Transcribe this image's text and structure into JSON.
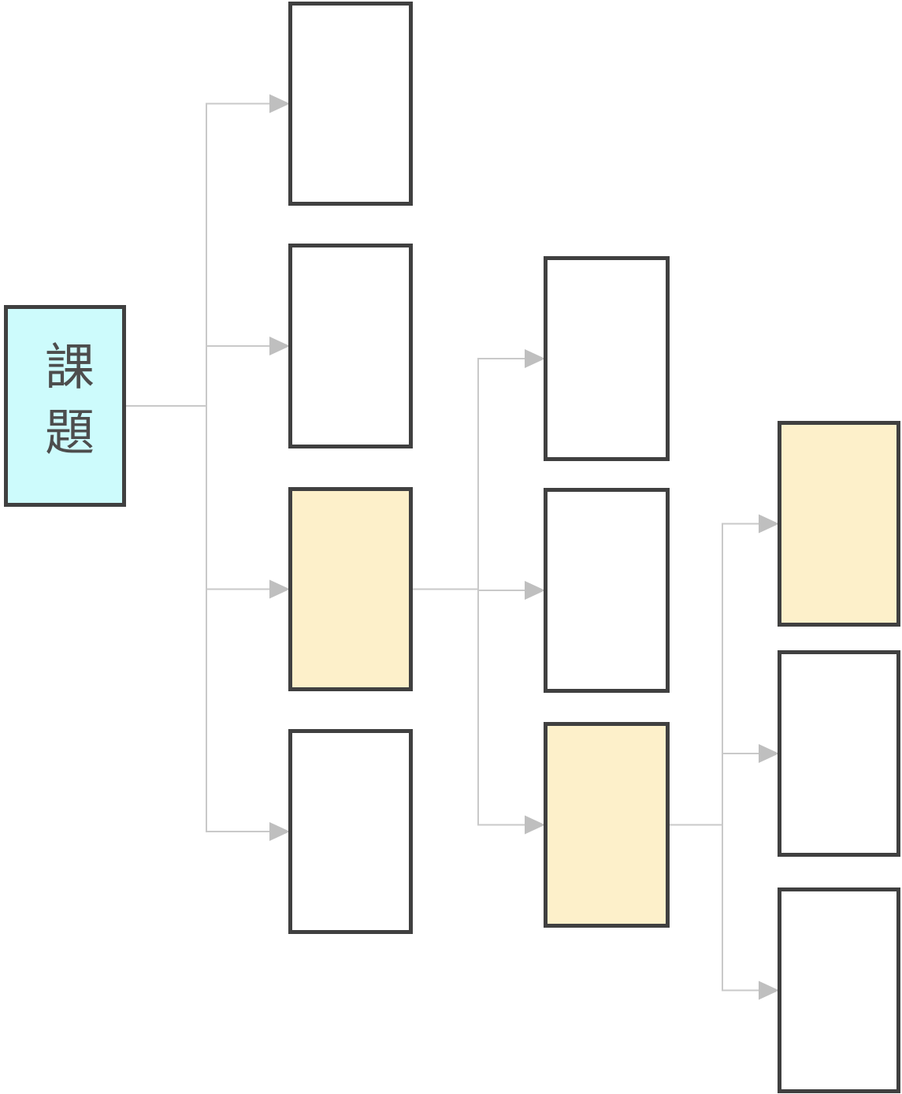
{
  "diagram": {
    "root_label": "課題",
    "colors": {
      "root_fill": "#cdfbfc",
      "highlight_fill": "#fdf0ca",
      "default_fill": "#ffffff",
      "border": "#404040",
      "edge": "#c9c9c9",
      "arrowhead": "#bfbfbf",
      "label": "#4d4d4d"
    },
    "nodes": [
      {
        "id": "root",
        "label": "課題",
        "variant": "root"
      },
      {
        "id": "l1-1",
        "label": "",
        "variant": "default"
      },
      {
        "id": "l1-2",
        "label": "",
        "variant": "default"
      },
      {
        "id": "l1-3",
        "label": "",
        "variant": "highlight"
      },
      {
        "id": "l1-4",
        "label": "",
        "variant": "default"
      },
      {
        "id": "l2-1",
        "label": "",
        "variant": "default"
      },
      {
        "id": "l2-2",
        "label": "",
        "variant": "default"
      },
      {
        "id": "l2-3",
        "label": "",
        "variant": "highlight"
      },
      {
        "id": "l3-1",
        "label": "",
        "variant": "highlight"
      },
      {
        "id": "l3-2",
        "label": "",
        "variant": "default"
      },
      {
        "id": "l3-3",
        "label": "",
        "variant": "default"
      }
    ],
    "edges": [
      {
        "from": "root",
        "to": [
          "l1-1",
          "l1-2",
          "l1-3",
          "l1-4"
        ]
      },
      {
        "from": "l1-3",
        "to": [
          "l2-1",
          "l2-2",
          "l2-3"
        ]
      },
      {
        "from": "l2-3",
        "to": [
          "l3-1",
          "l3-2",
          "l3-3"
        ]
      }
    ]
  }
}
